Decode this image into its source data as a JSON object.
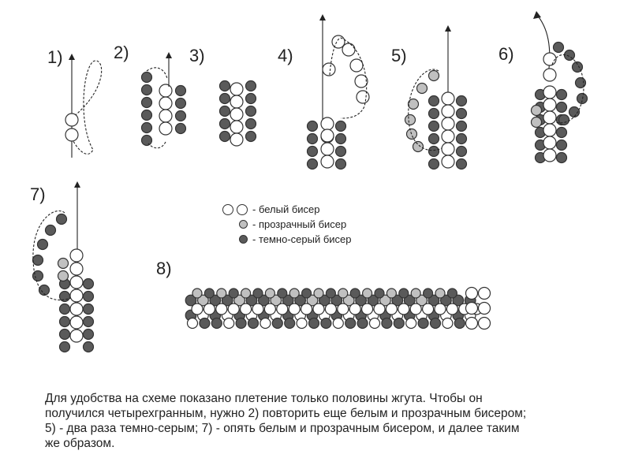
{
  "steps": [
    "1)",
    "2)",
    "3)",
    "4)",
    "5)",
    "6)",
    "7)",
    "8)"
  ],
  "legend": [
    {
      "kind": "white",
      "count": 2,
      "text": "- белый бисер",
      "color": "#ffffff"
    },
    {
      "kind": "transparent",
      "count": 1,
      "text": "- прозрачный бисер",
      "color": "#c0c0c0"
    },
    {
      "kind": "dark-gray",
      "count": 1,
      "text": "- темно-серый бисер",
      "color": "#5a5a5a"
    }
  ],
  "caption": [
    "Для удобства на схеме показано плетение только половины жгута. Чтобы он",
    "получился четырехгранным, нужно 2) повторить еще белым и прозрачным бисером;",
    "5) - два раза темно-серым; 7) - опять белым и прозрачным бисером, и далее таким",
    "же образом."
  ],
  "colors": {
    "white": "#ffffff",
    "transparent": "#c0c0c0",
    "dark": "#5a5a5a",
    "stroke": "#333333"
  }
}
